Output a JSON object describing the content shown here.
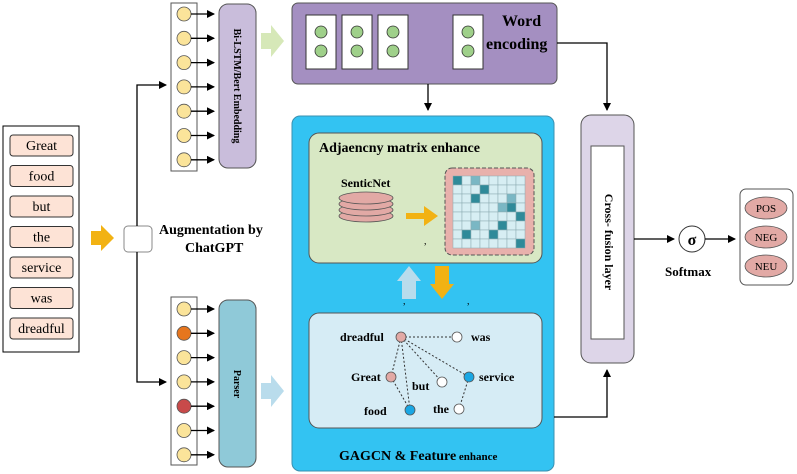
{
  "input_words": [
    "Great",
    "food",
    "but",
    "the",
    "service",
    "was",
    "dreadful"
  ],
  "augmentation_label_1": "Augmentation by",
  "augmentation_label_2": "ChatGPT",
  "embedding_label": "Bi-LSTM/Bert Embedding",
  "parser_label": "Parser",
  "word_encoding_1": "Word",
  "word_encoding_2": "encoding",
  "adjacency_title": "Adjaencny matrix enhance",
  "senticnet_label": "SenticNet",
  "graph_nodes": {
    "dreadful": "dreadful",
    "was": "was",
    "great": "Great",
    "but": "but",
    "service": "service",
    "food": "food",
    "the": "the"
  },
  "gagcn_title_main": "GAGCN & Feature",
  "gagcn_title_small": " enhance",
  "cross_fusion_label": "Cross- fusion layer",
  "sigma_symbol": "σ",
  "softmax_label": "Softmax",
  "outputs": [
    "POS",
    "NEG",
    "NEU"
  ],
  "colors": {
    "input_fill": "#fde3d6",
    "node_yellow": "#fbe49a",
    "node_orange": "#e6761e",
    "node_red": "#c84a4a",
    "embed_fill": "#c9bddb",
    "parser_fill": "#8fc9d8",
    "word_encoding_fill": "#a48fc1",
    "gagcn_fill": "#33c3f2",
    "adjacency_fill": "#d8e8c4",
    "graph_panel_fill": "#d6ecf5",
    "fusion_fill": "#ddd5e8",
    "output_fill": "#e2a9a5",
    "arrow_yellow": "#f2b213",
    "arrow_light_green": "#d6e8b8",
    "arrow_light_blue": "#b9dcec",
    "matrix_dark": "#2f8a99",
    "matrix_light": "#d7eef3"
  }
}
